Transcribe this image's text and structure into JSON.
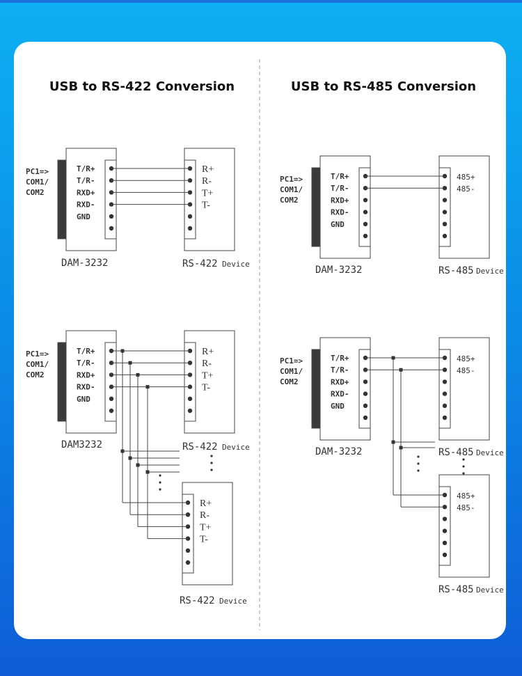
{
  "titles": {
    "left": "USB to RS-422 Conversion",
    "right": "USB to RS-485 Conversion"
  },
  "pc_label": [
    "PC1=>",
    "COM1/",
    "COM2"
  ],
  "module_pins": [
    "T/R+",
    "T/R-",
    "RXD+",
    "RXD-",
    "GND"
  ],
  "rs422_pins": [
    "R+",
    "R-",
    "T+",
    "T-"
  ],
  "rs485_pins": [
    "485+",
    "485-"
  ],
  "labels": {
    "module_a": "DAM-3232",
    "module_b": "DAM3232",
    "rs422": "RS-422",
    "rs485": "RS-485",
    "device": "Device"
  },
  "colors": {
    "wire": "#444444",
    "dark": "#333333",
    "bg_top": "#0db0f2",
    "bg_bottom": "#0f5cd6"
  }
}
